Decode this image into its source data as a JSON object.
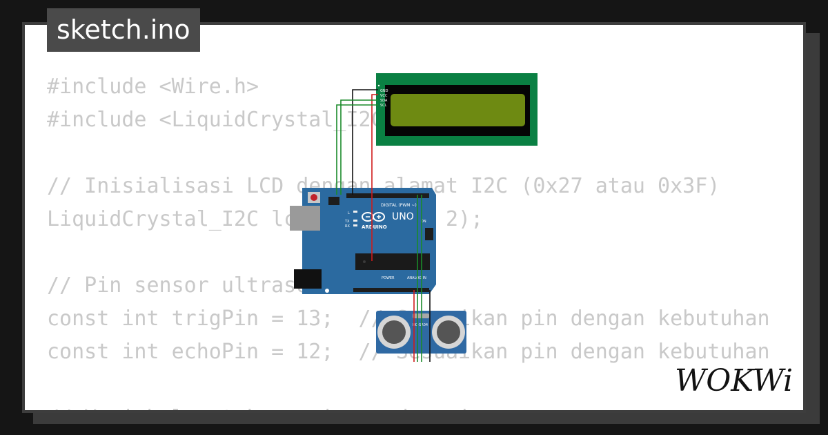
{
  "tab": {
    "filename": "sketch.ino"
  },
  "code_lines": [
    "#include <Wire.h>",
    "#include <LiquidCrystal_I2C.h>",
    "",
    "// Inisialisasi LCD dengan alamat I2C (0x27 atau 0x3F)",
    "LiquidCrystal_I2C lcd(0x27, 16, 2);",
    "",
    "// Pin sensor ultrasonik",
    "const int trigPin = 13;  // Sesuaikan pin dengan kebutuhan",
    "const int echoPin = 12;  // Sesuaikan pin dengan kebutuhan",
    "",
    "// Variabel untuk menyimpan durasi"
  ],
  "arduino": {
    "brand": "ARDUINO",
    "model": "UNO",
    "digital_header": "DIGITAL (PWM ~)",
    "power_label": "POWER",
    "analog_label": "ANALOG IN",
    "tx_label": "TX",
    "rx_label": "RX",
    "l_label": "L",
    "on_label": "ON"
  },
  "lcd": {
    "pin_labels": [
      "GND",
      "VCC",
      "SDA",
      "SCL"
    ]
  },
  "sensor": {
    "label": "HC-SR04"
  },
  "logo": {
    "text": "WOKWi"
  },
  "colors": {
    "background": "#151515",
    "card": "#ffffff",
    "tab": "#4a4a4a",
    "code_text": "#c9c9c9",
    "arduino_board": "#2b6aa0",
    "lcd_pcb": "#0a8043",
    "lcd_screen": "#6e8a12",
    "sensor_board": "#2f69a3",
    "wire_green": "#1a8a2a",
    "wire_black": "#111111",
    "wire_red": "#d11a1a"
  }
}
